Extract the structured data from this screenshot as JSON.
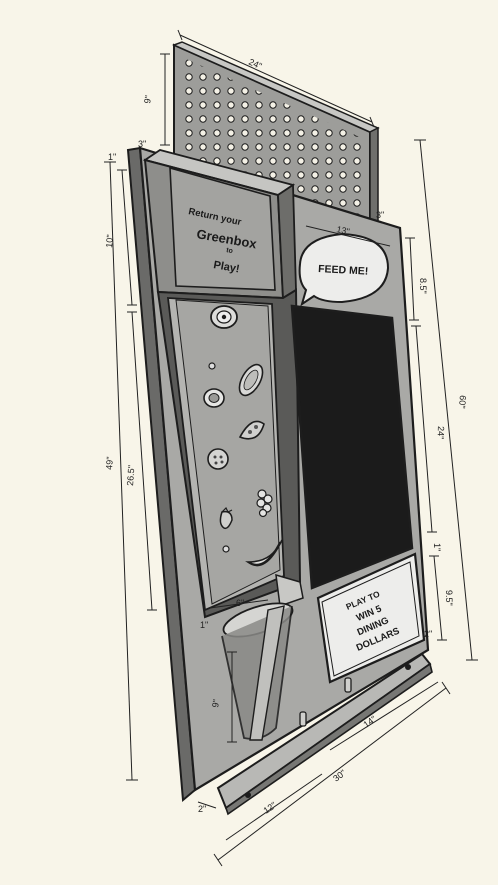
{
  "sign_top": {
    "line1": "Return your",
    "line2": "Greenbox",
    "line3": "to",
    "line4": "Play!"
  },
  "speech_bubble": "FEED ME!",
  "prize_panel": [
    "PLAY TO",
    "WIN 5",
    "DINING",
    "DOLLARS"
  ],
  "dimensions": {
    "pegboard_width": "24\"",
    "pegboard_height": "9\"",
    "side_depth_top": "3\"",
    "right_depth": "3\"",
    "bubble_width": "13\"",
    "overall_height": "60\"",
    "sign_height": "10\"",
    "board_height": "49\"",
    "runway_height": "26.5\"",
    "bubble_height": "8.5\"",
    "screen_height": "24\"",
    "gap_small": "1\"",
    "prize_height": "9.5\"",
    "edge_small": "2\"",
    "cup_height": "9\"",
    "channel_width": "6\"",
    "channel_gap": "1\"",
    "ledge_width": "14\"",
    "total_width": "30\"",
    "bottom_left": "12\"",
    "base_depth": "2\"",
    "side_top_small": "1\""
  },
  "colors": {
    "background": "#f8f5e9",
    "panel": "#a9a9a6",
    "panel_dark": "#7f7f7c",
    "frame": "#5a5a58",
    "screen": "#1b1b1b",
    "light_panel": "#dcdcda",
    "outline": "#1d1d1d"
  },
  "icons": [
    "cd-disc-icon",
    "sushi-roll-icon",
    "pickle-icon",
    "tomato-slice-icon",
    "strawberry-icon",
    "grapes-icon",
    "watermelon-icon",
    "cup-icon",
    "pegboard-icon"
  ]
}
